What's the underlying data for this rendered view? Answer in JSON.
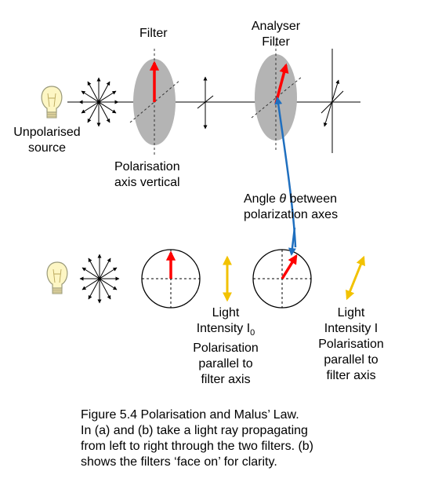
{
  "labels": {
    "filter": "Filter",
    "analyser_line1": "Analyser",
    "analyser_line2": "Filter",
    "unpolarised_line1": "Unpolarised",
    "unpolarised_line2": "source",
    "polarisation_line1": "Polarisation",
    "polarisation_line2": "axis vertical",
    "angle_line1_pre": "Angle ",
    "angle_symbol": "θ",
    "angle_line1_post": " between",
    "angle_line2": "polarization axes",
    "light0": {
      "line1": "Light",
      "line2_prefix": "Intensity I",
      "line2_sub": "0",
      "line3": "Polarisation",
      "line4": "parallel to",
      "line5": "filter axis"
    },
    "light1": {
      "line1": "Light",
      "line2": "Intensity I",
      "line3": "Polarisation",
      "line4": "parallel to",
      "line5": "filter axis"
    }
  },
  "caption": {
    "line1": "Figure 5.4 Polarisation and Malus’ Law.",
    "line2": "In (a) and (b) take a light ray propagating",
    "line3": "from left to right through the two filters. (b)",
    "line4": "shows the filters ‘face on’ for clarity."
  },
  "colors": {
    "red_arrow": "#ff0000",
    "blue_pointer": "#1f6fbf",
    "yellow_arrow": "#f2c200",
    "filter_grey": "#b4b4b4",
    "bulb_fill": "#fdf6c4"
  }
}
